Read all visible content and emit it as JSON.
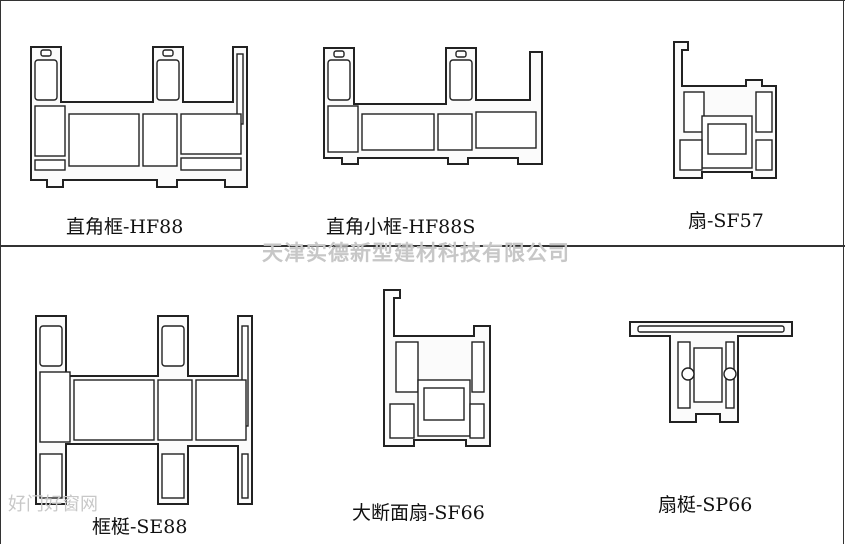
{
  "profiles": {
    "p1": {
      "label": "直角框-HF88"
    },
    "p2": {
      "label": "直角小框-HF88S"
    },
    "p3": {
      "label": "扇-SF57"
    },
    "p4": {
      "label": "框梃-SE88"
    },
    "p5": {
      "label": "大断面扇-SF66"
    },
    "p6": {
      "label": "扇梃-SP66"
    }
  },
  "watermark": {
    "company": "天津实德新型建材科技有限公司"
  },
  "site_mark": {
    "text": "好门好窗网"
  }
}
